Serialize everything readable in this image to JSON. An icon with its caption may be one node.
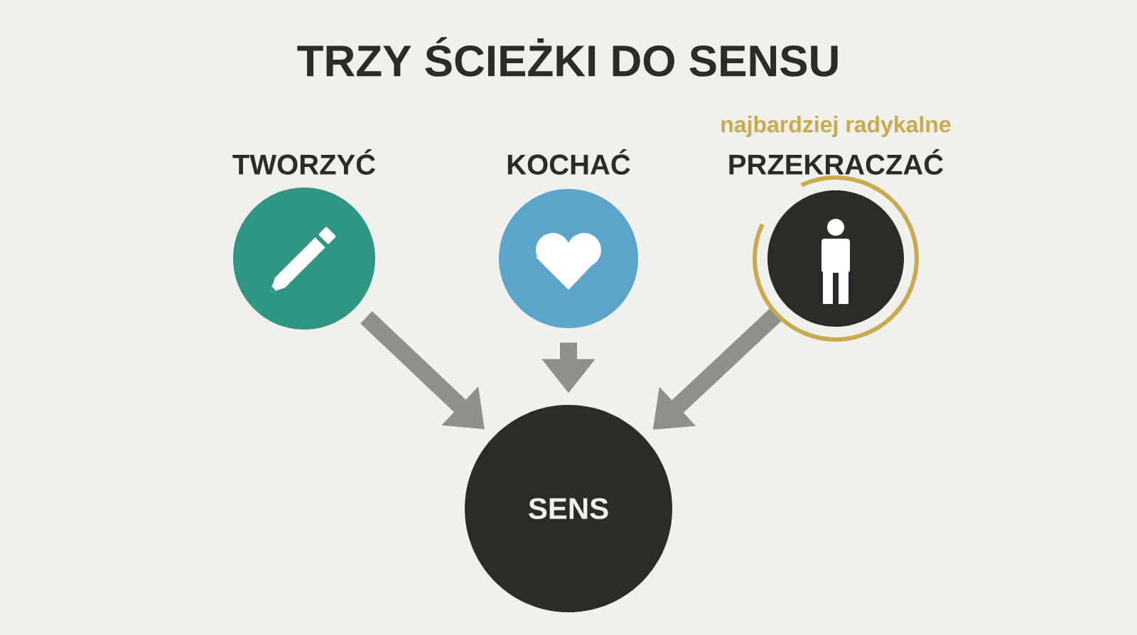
{
  "diagram": {
    "title": "TRZY ŚCIEŻKI DO SENSU",
    "nodes": [
      {
        "text": [
          "TWORZYĆ"
        ]
      },
      {
        "text": [
          "KOCHAĆ"
        ]
      },
      {
        "text": [
          "PRZEKRACZAĆ"
        ],
        "beside": [
          "najbardziej radykalne"
        ]
      },
      {
        "text": [
          "SENS"
        ]
      }
    ],
    "edges": [
      {
        "from": 0,
        "to": 3,
        "arrow": "to"
      },
      {
        "from": 1,
        "to": 3,
        "arrow": "to"
      },
      {
        "from": 2,
        "to": 3,
        "arrow": "to"
      }
    ]
  }
}
